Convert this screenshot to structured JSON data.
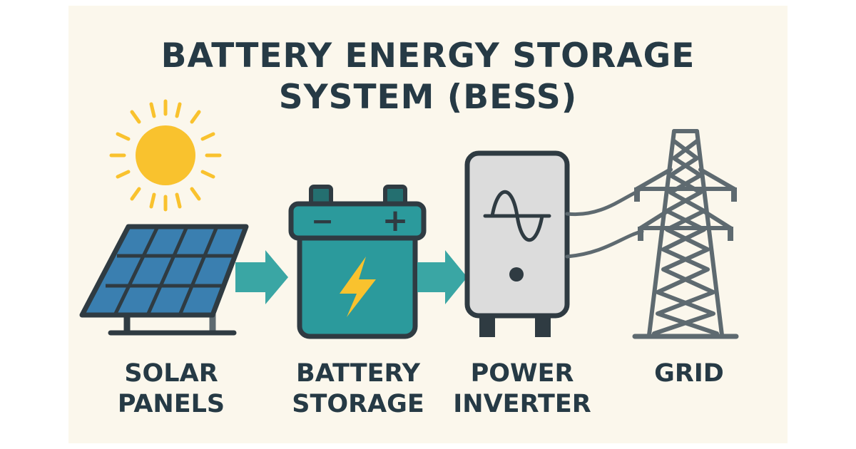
{
  "title": {
    "line1": "BATTERY ENERGY STORAGE",
    "line2": "SYSTEM (BESS)"
  },
  "components": [
    {
      "line1": "SOLAR",
      "line2": "PANELS"
    },
    {
      "line1": "BATTERY",
      "line2": "STORAGE"
    },
    {
      "line1": "POWER",
      "line2": "INVERTER"
    },
    {
      "line1": "GRID",
      "line2": ""
    }
  ],
  "battery": {
    "minus_symbol": "−",
    "plus_symbol": "+"
  },
  "colors": {
    "background": "#fbf7ec",
    "outline": "#2f3b42",
    "teal": "#2b9a9c",
    "arrow": "#3aa6a4",
    "sun": "#f9c22e",
    "panel_cell": "#3a7fb0",
    "inverter_body": "#dcdcdc",
    "text": "#263a45"
  },
  "icons": [
    "sun-icon",
    "solar-panel-icon",
    "battery-icon",
    "lightning-bolt-icon",
    "sine-wave-icon",
    "inverter-icon",
    "transmission-tower-icon",
    "arrow-right-icon"
  ]
}
